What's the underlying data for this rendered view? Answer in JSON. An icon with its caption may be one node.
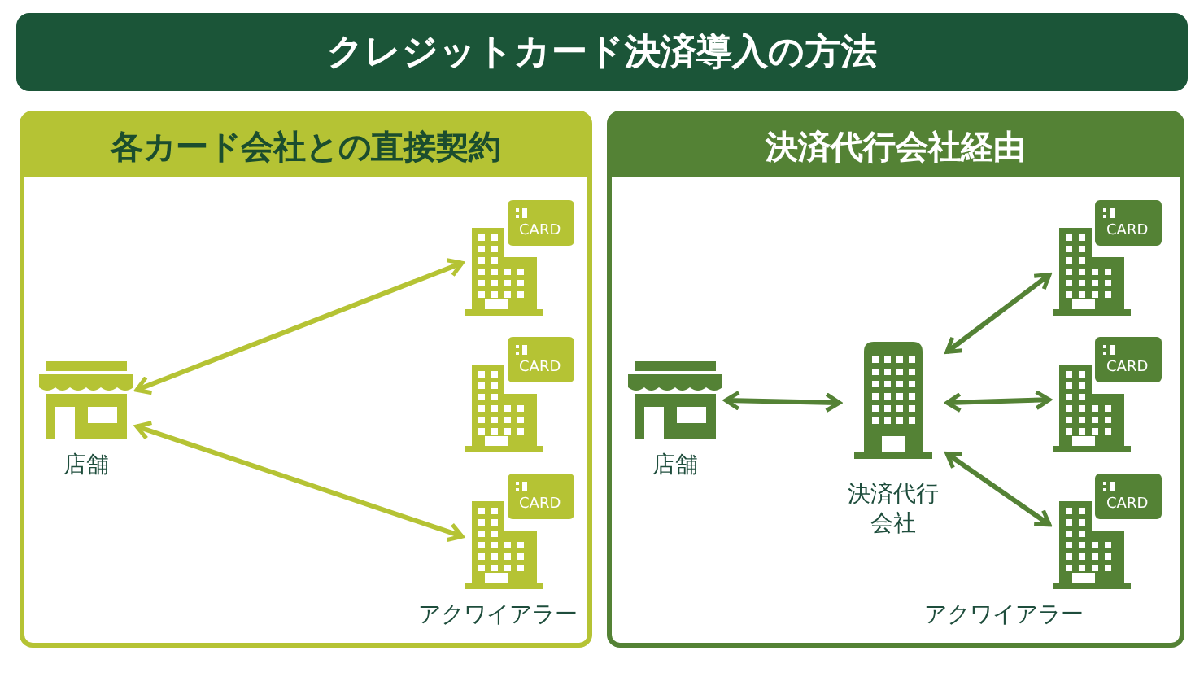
{
  "diagram": {
    "title": "クレジットカード決済導入の方法",
    "nodes": [
      {
        "text": [
          "各カード会社との直接契約"
        ]
      },
      {
        "text": [
          "決済代行会社経由"
        ]
      },
      {
        "text": [
          "店舗"
        ],
        "in": 0
      },
      {
        "text": [
          "CARD"
        ],
        "in": 0
      },
      {
        "text": [
          "CARD"
        ],
        "in": 0
      },
      {
        "text": [
          "CARD"
        ],
        "in": 0
      },
      {
        "text": [
          "店舗"
        ],
        "in": 1
      },
      {
        "text": [
          "決済代行会社"
        ],
        "in": 1
      },
      {
        "text": [
          "CARD"
        ],
        "in": 1
      },
      {
        "text": [
          "CARD"
        ],
        "in": 1
      },
      {
        "text": [
          "CARD"
        ],
        "in": 1
      }
    ],
    "edges": [
      {
        "from": 2,
        "to": 3,
        "arrow": "both",
        "color": "#b5c334"
      },
      {
        "from": 2,
        "to": 5,
        "arrow": "both",
        "color": "#b5c334"
      },
      {
        "from": 6,
        "to": 7,
        "arrow": "both"
      },
      {
        "from": 7,
        "to": 8,
        "arrow": "both"
      },
      {
        "from": 7,
        "to": 9,
        "arrow": "both"
      },
      {
        "from": 7,
        "to": 10,
        "arrow": "both"
      }
    ],
    "labels": [
      "アクワイアラー",
      "アクワイアラー"
    ]
  }
}
